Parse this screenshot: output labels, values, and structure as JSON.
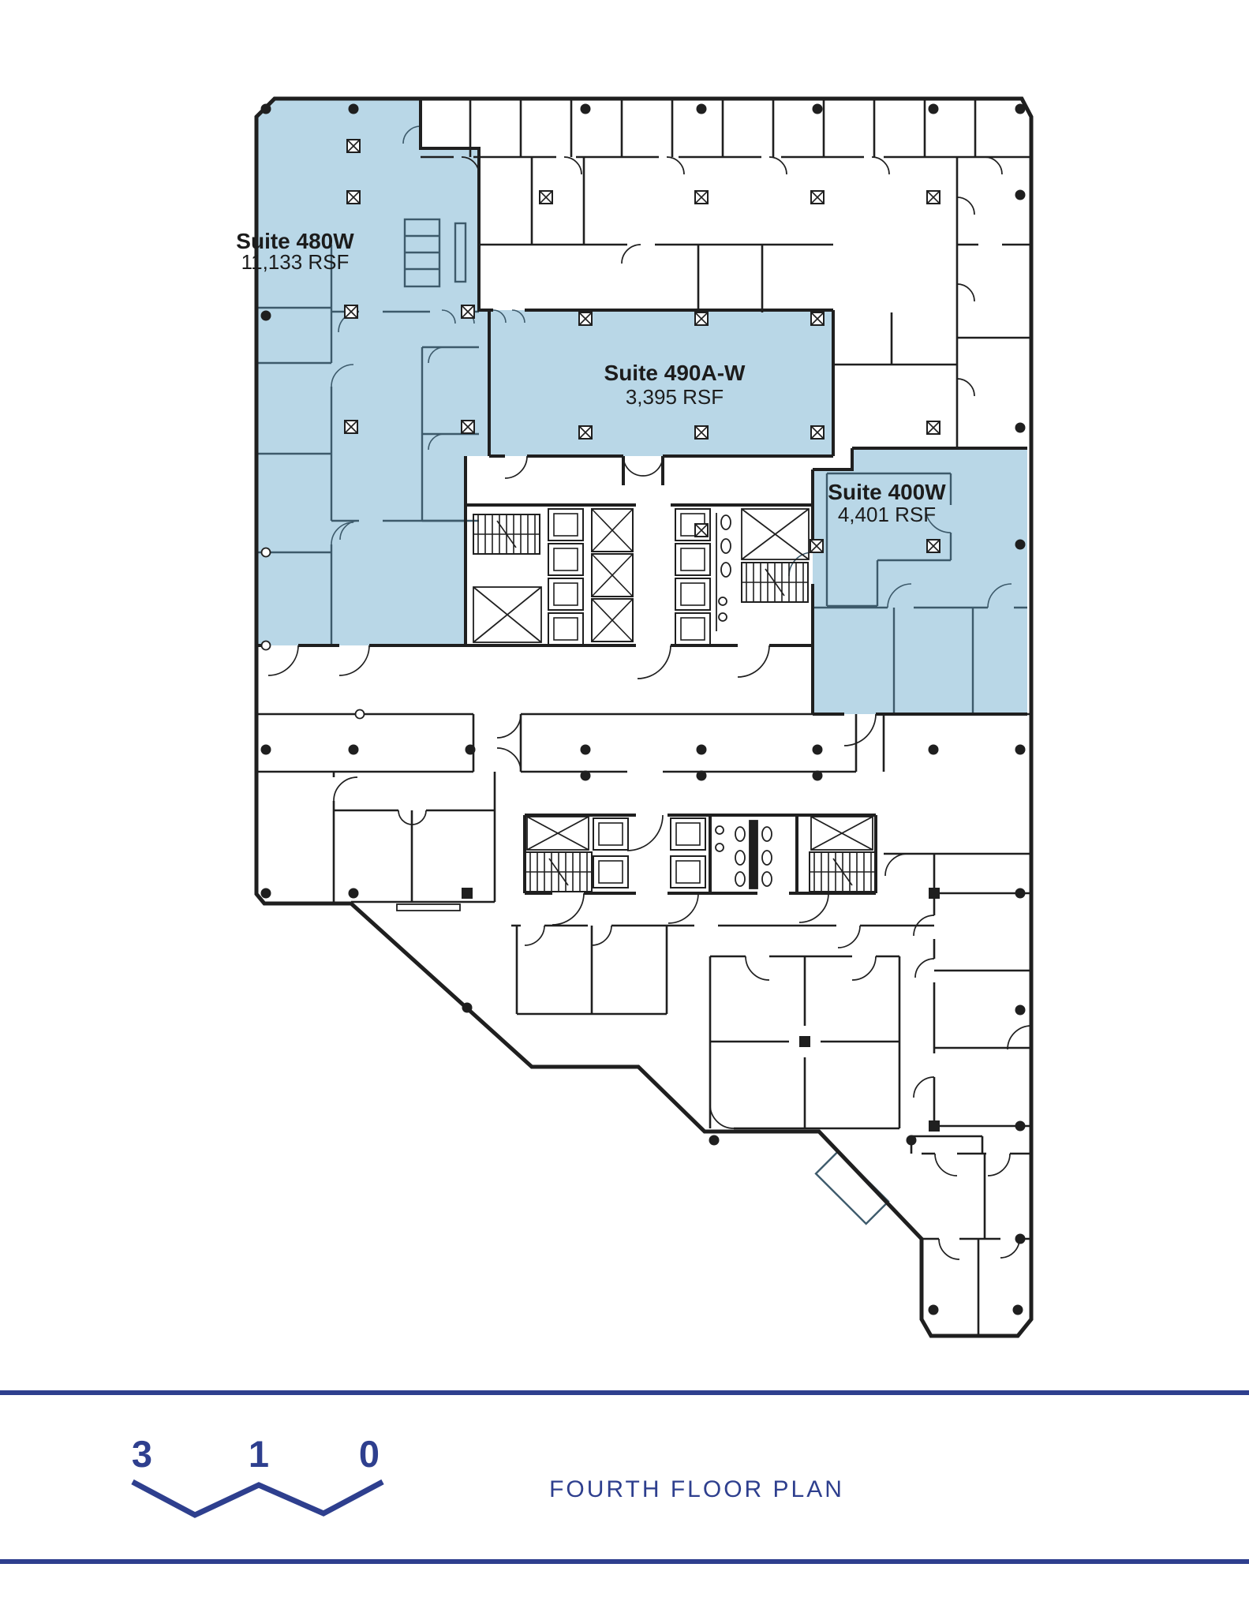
{
  "floor_plan": {
    "suites": [
      {
        "id": "480W",
        "name": "Suite 480W",
        "rsf": "11,133 RSF"
      },
      {
        "id": "490A-W",
        "name": "Suite 490A-W",
        "rsf": "3,395 RSF"
      },
      {
        "id": "400W",
        "name": "Suite 400W",
        "rsf": "4,401 RSF"
      }
    ],
    "highlight_color": "#b9d7e7",
    "wall_color": "#1f1f1f",
    "interior_wall_color": "#3d5a6b"
  },
  "footer": {
    "building_number": "310",
    "logo_digits": [
      "3",
      "1",
      "0"
    ],
    "plan_title": "FOURTH FLOOR PLAN",
    "accent_color": "#2e3f8e"
  }
}
